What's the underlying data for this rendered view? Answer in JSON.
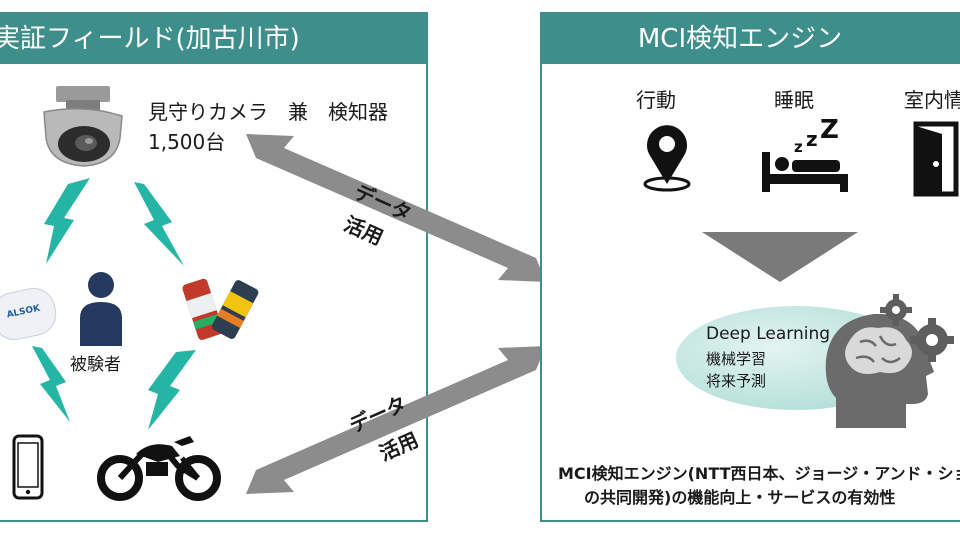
{
  "left_panel": {
    "title": "実証フィールド(加古川市)",
    "camera_label": "見守りカメラ　兼　検知器",
    "camera_count": "1,500台",
    "subject_label": "被験者",
    "tag_brand": "ALSOK"
  },
  "arrows": {
    "top_label_line1": "データ",
    "top_label_line2": "活用",
    "bottom_label_line1": "データ",
    "bottom_label_line2": "活用"
  },
  "right_panel": {
    "title": "MCI検知エンジン",
    "categories": [
      "行動",
      "睡眠",
      "室内情報"
    ],
    "engine_lines": [
      "Deep Learning",
      "機械学習",
      "将来予測"
    ],
    "caption_line1": "MCI検知エンジン(NTT西日本、ジョージ・アンド・ショーン",
    "caption_line2": "の共同開発)の機能向上・サービスの有効性"
  },
  "colors": {
    "panel_teal": "#3e8f8b",
    "lightning_teal": "#25b5a5",
    "subject_navy": "#243a5e",
    "arrow_gray": "#8c8c8c"
  }
}
